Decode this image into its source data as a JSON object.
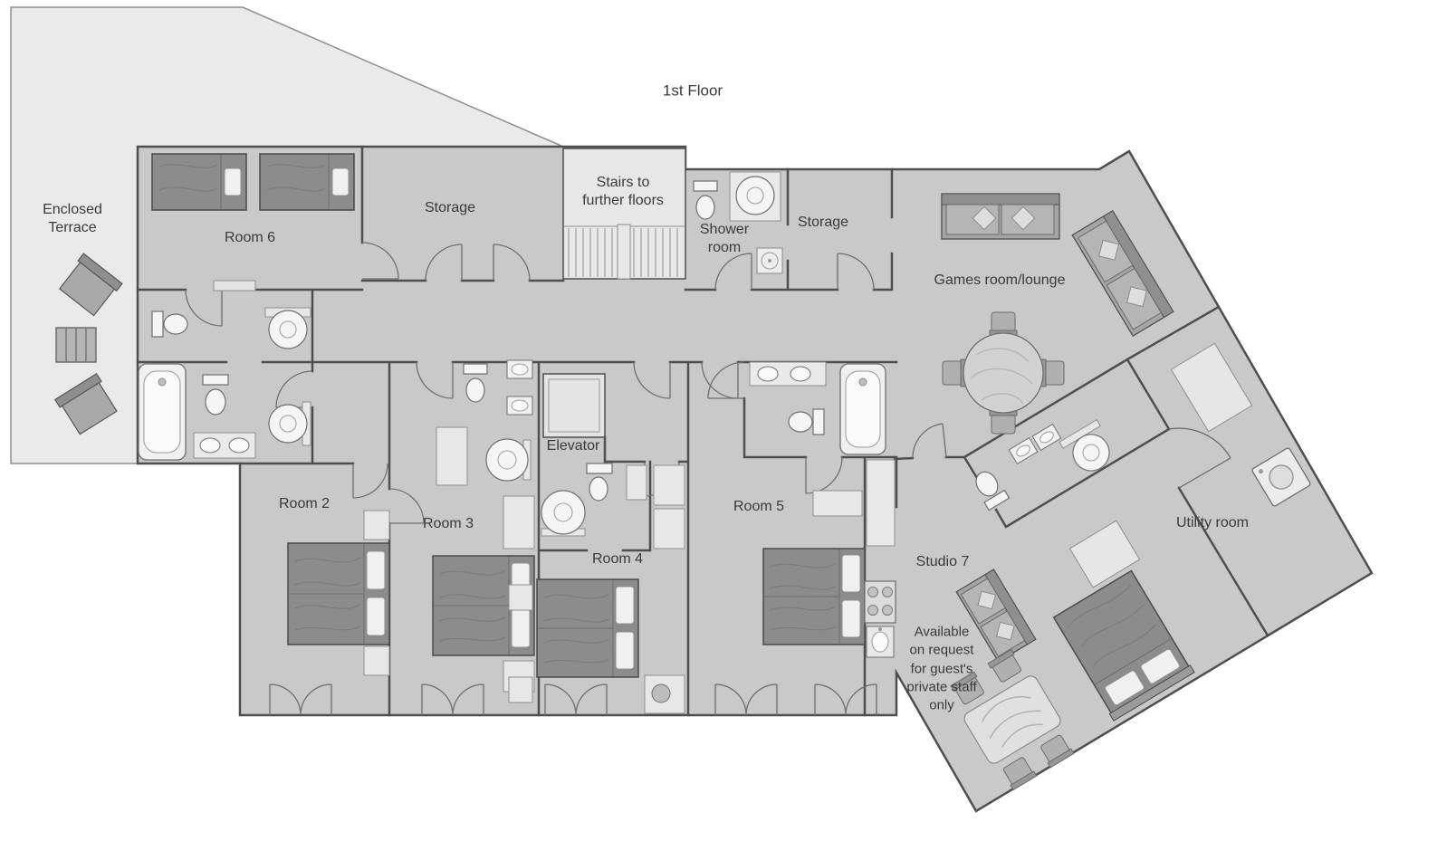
{
  "title": "1st Floor",
  "rooms": {
    "enclosed_terrace": "Enclosed\nTerrace",
    "room6": "Room 6",
    "storage_left": "Storage",
    "stairs": "Stairs to\nfurther floors",
    "shower_room": "Shower\nroom",
    "storage_right": "Storage",
    "games_room": "Games room/lounge",
    "room2": "Room 2",
    "room3": "Room 3",
    "elevator": "Elevator",
    "room4": "Room 4",
    "room5": "Room 5",
    "studio7": "Studio 7",
    "utility_room": "Utility room",
    "studio7_note": "Available\non request\nfor guest's\nprivate staff\nonly"
  },
  "colors": {
    "floor": "#c9c9c9",
    "terrace": "#eaeaea",
    "light_room": "#e7e7e7",
    "wall": "#4f4f4f",
    "fixture": "#f5f5f5",
    "dark_furniture": "#8c8c8c"
  }
}
